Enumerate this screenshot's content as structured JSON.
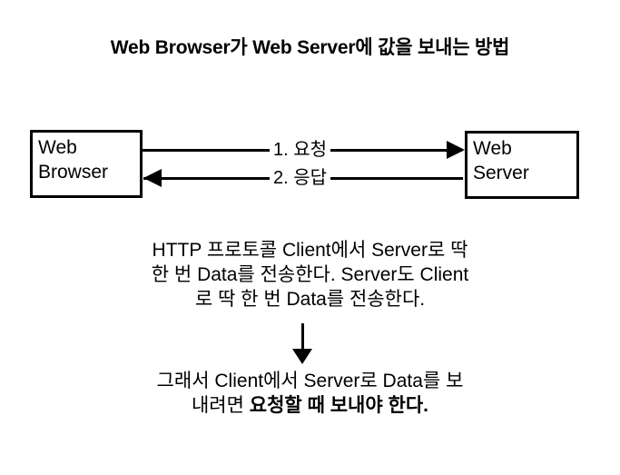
{
  "title": "Web Browser가 Web Server에 값을 보내는 방법",
  "nodes": {
    "browser": {
      "line1": "Web",
      "line2": "Browser"
    },
    "server": {
      "line1": "Web",
      "line2": "Server"
    }
  },
  "edges": {
    "request": {
      "label": "1. 요청",
      "direction": "right"
    },
    "response": {
      "label": "2. 응답",
      "direction": "left"
    }
  },
  "paragraphs": {
    "top": {
      "line1": "HTTP 프로토콜 Client에서 Server로 딱",
      "line2": "한 번 Data를 전송한다. Server도 Client",
      "line3": "로 딱 한 번 Data를 전송한다."
    },
    "bottom": {
      "line1": "그래서 Client에서 Server로 Data를 보",
      "line2_normal": "내려면 ",
      "line2_bold": "요청할 때 보내야 한다."
    }
  },
  "colors": {
    "background": "#ffffff",
    "stroke": "#000000",
    "text": "#000000"
  }
}
